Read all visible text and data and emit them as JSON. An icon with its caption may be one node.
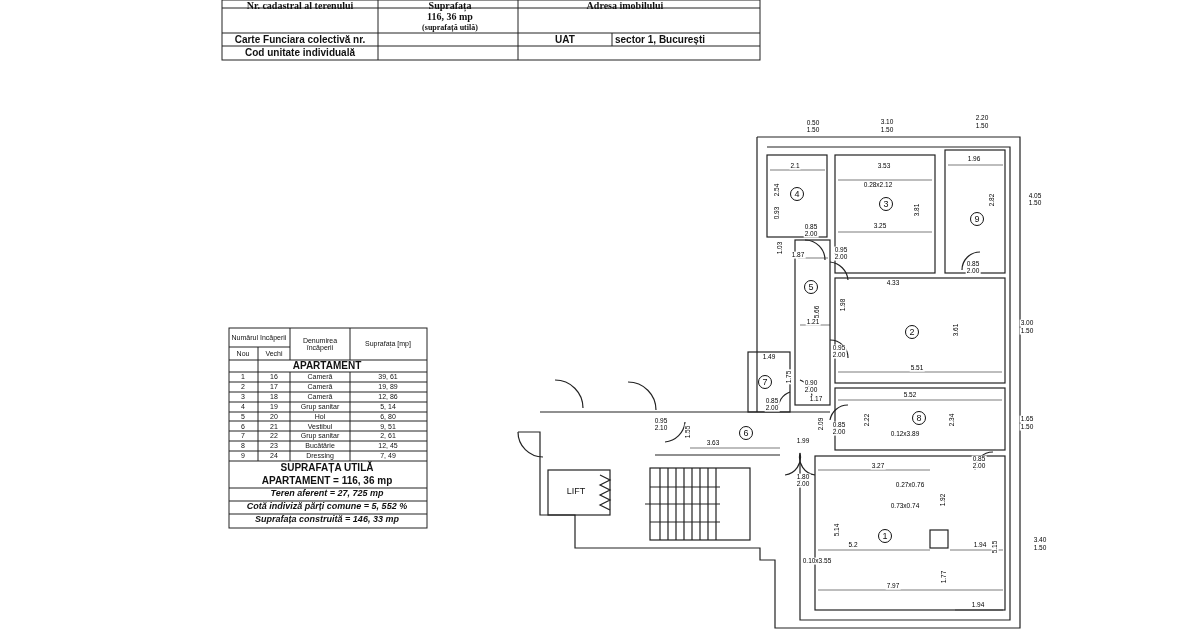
{
  "diagram": {
    "labels": [
      "Nr. cadastral al terenului",
      "Suprafața",
      "Adresa imobilului",
      "116, 36 mp",
      "(suprafață utilă)",
      "Carte Funciara colectivă nr.",
      "UAT",
      "sector 1, București",
      "Cod unitate individuală",
      "Numărul încăperii",
      "Nou",
      "Vechi",
      "Denumirea încăperii",
      "Suprafața [mp]",
      "APARTAMENT",
      "1",
      "16",
      "Cameră",
      "39, 61",
      "2",
      "17",
      "Cameră",
      "19, 89",
      "3",
      "18",
      "Cameră",
      "12, 86",
      "4",
      "19",
      "Grup sanitar",
      "5, 14",
      "5",
      "20",
      "Hol",
      "6, 80",
      "6",
      "21",
      "Vestibul",
      "9, 51",
      "7",
      "22",
      "Grup sanitar",
      "2, 61",
      "8",
      "23",
      "Bucătărie",
      "12, 45",
      "9",
      "24",
      "Dressing",
      "7, 49",
      "SUPRAFAȚA UTILĂ",
      "APARTAMENT = 116, 36 mp",
      "Teren aferent = 27, 725 mp",
      "Cotă indiviză părți comune = 5, 552 %",
      "Suprafața construită = 146, 33 mp",
      "0.50",
      "1.50",
      "3.10",
      "1.50",
      "2.20",
      "1.50",
      "4.05",
      "1.50",
      "3.00",
      "1.50",
      "1.65",
      "1.50",
      "3.40",
      "1.50",
      "2.1",
      "2.54",
      "0.93",
      "4",
      "0.85",
      "2.00",
      "3.53",
      "0.28x2.12",
      "3",
      "3.81",
      "3.25",
      "1.96",
      "2.82",
      "9",
      "0.85",
      "2.00",
      "1.03",
      "1.87",
      "0.95",
      "2.00",
      "5",
      "5.66",
      "1.21",
      "4.33",
      "1.98",
      "2",
      "3.61",
      "0.95",
      "2.00",
      "5.51",
      "1.49",
      "1.75",
      "7",
      "0.85",
      "2.00",
      "0.90",
      "2.00",
      "1.17",
      "5.52",
      "2.22",
      "8",
      "2.34",
      "0.12x3.89",
      "0.85",
      "2.00",
      "2.09",
      "0.95",
      "2.10",
      "1.55",
      "6",
      "3.63",
      "1.99",
      "1.80",
      "2.00",
      "LIFT",
      "3.27",
      "0.27x0.76",
      "0.85",
      "2.00",
      "0.73x0.74",
      "1.92",
      "1",
      "5.14",
      "5.2",
      "1.94",
      "5.15",
      "0.10x3.55",
      "1.77",
      "7.97",
      "1.94"
    ]
  }
}
